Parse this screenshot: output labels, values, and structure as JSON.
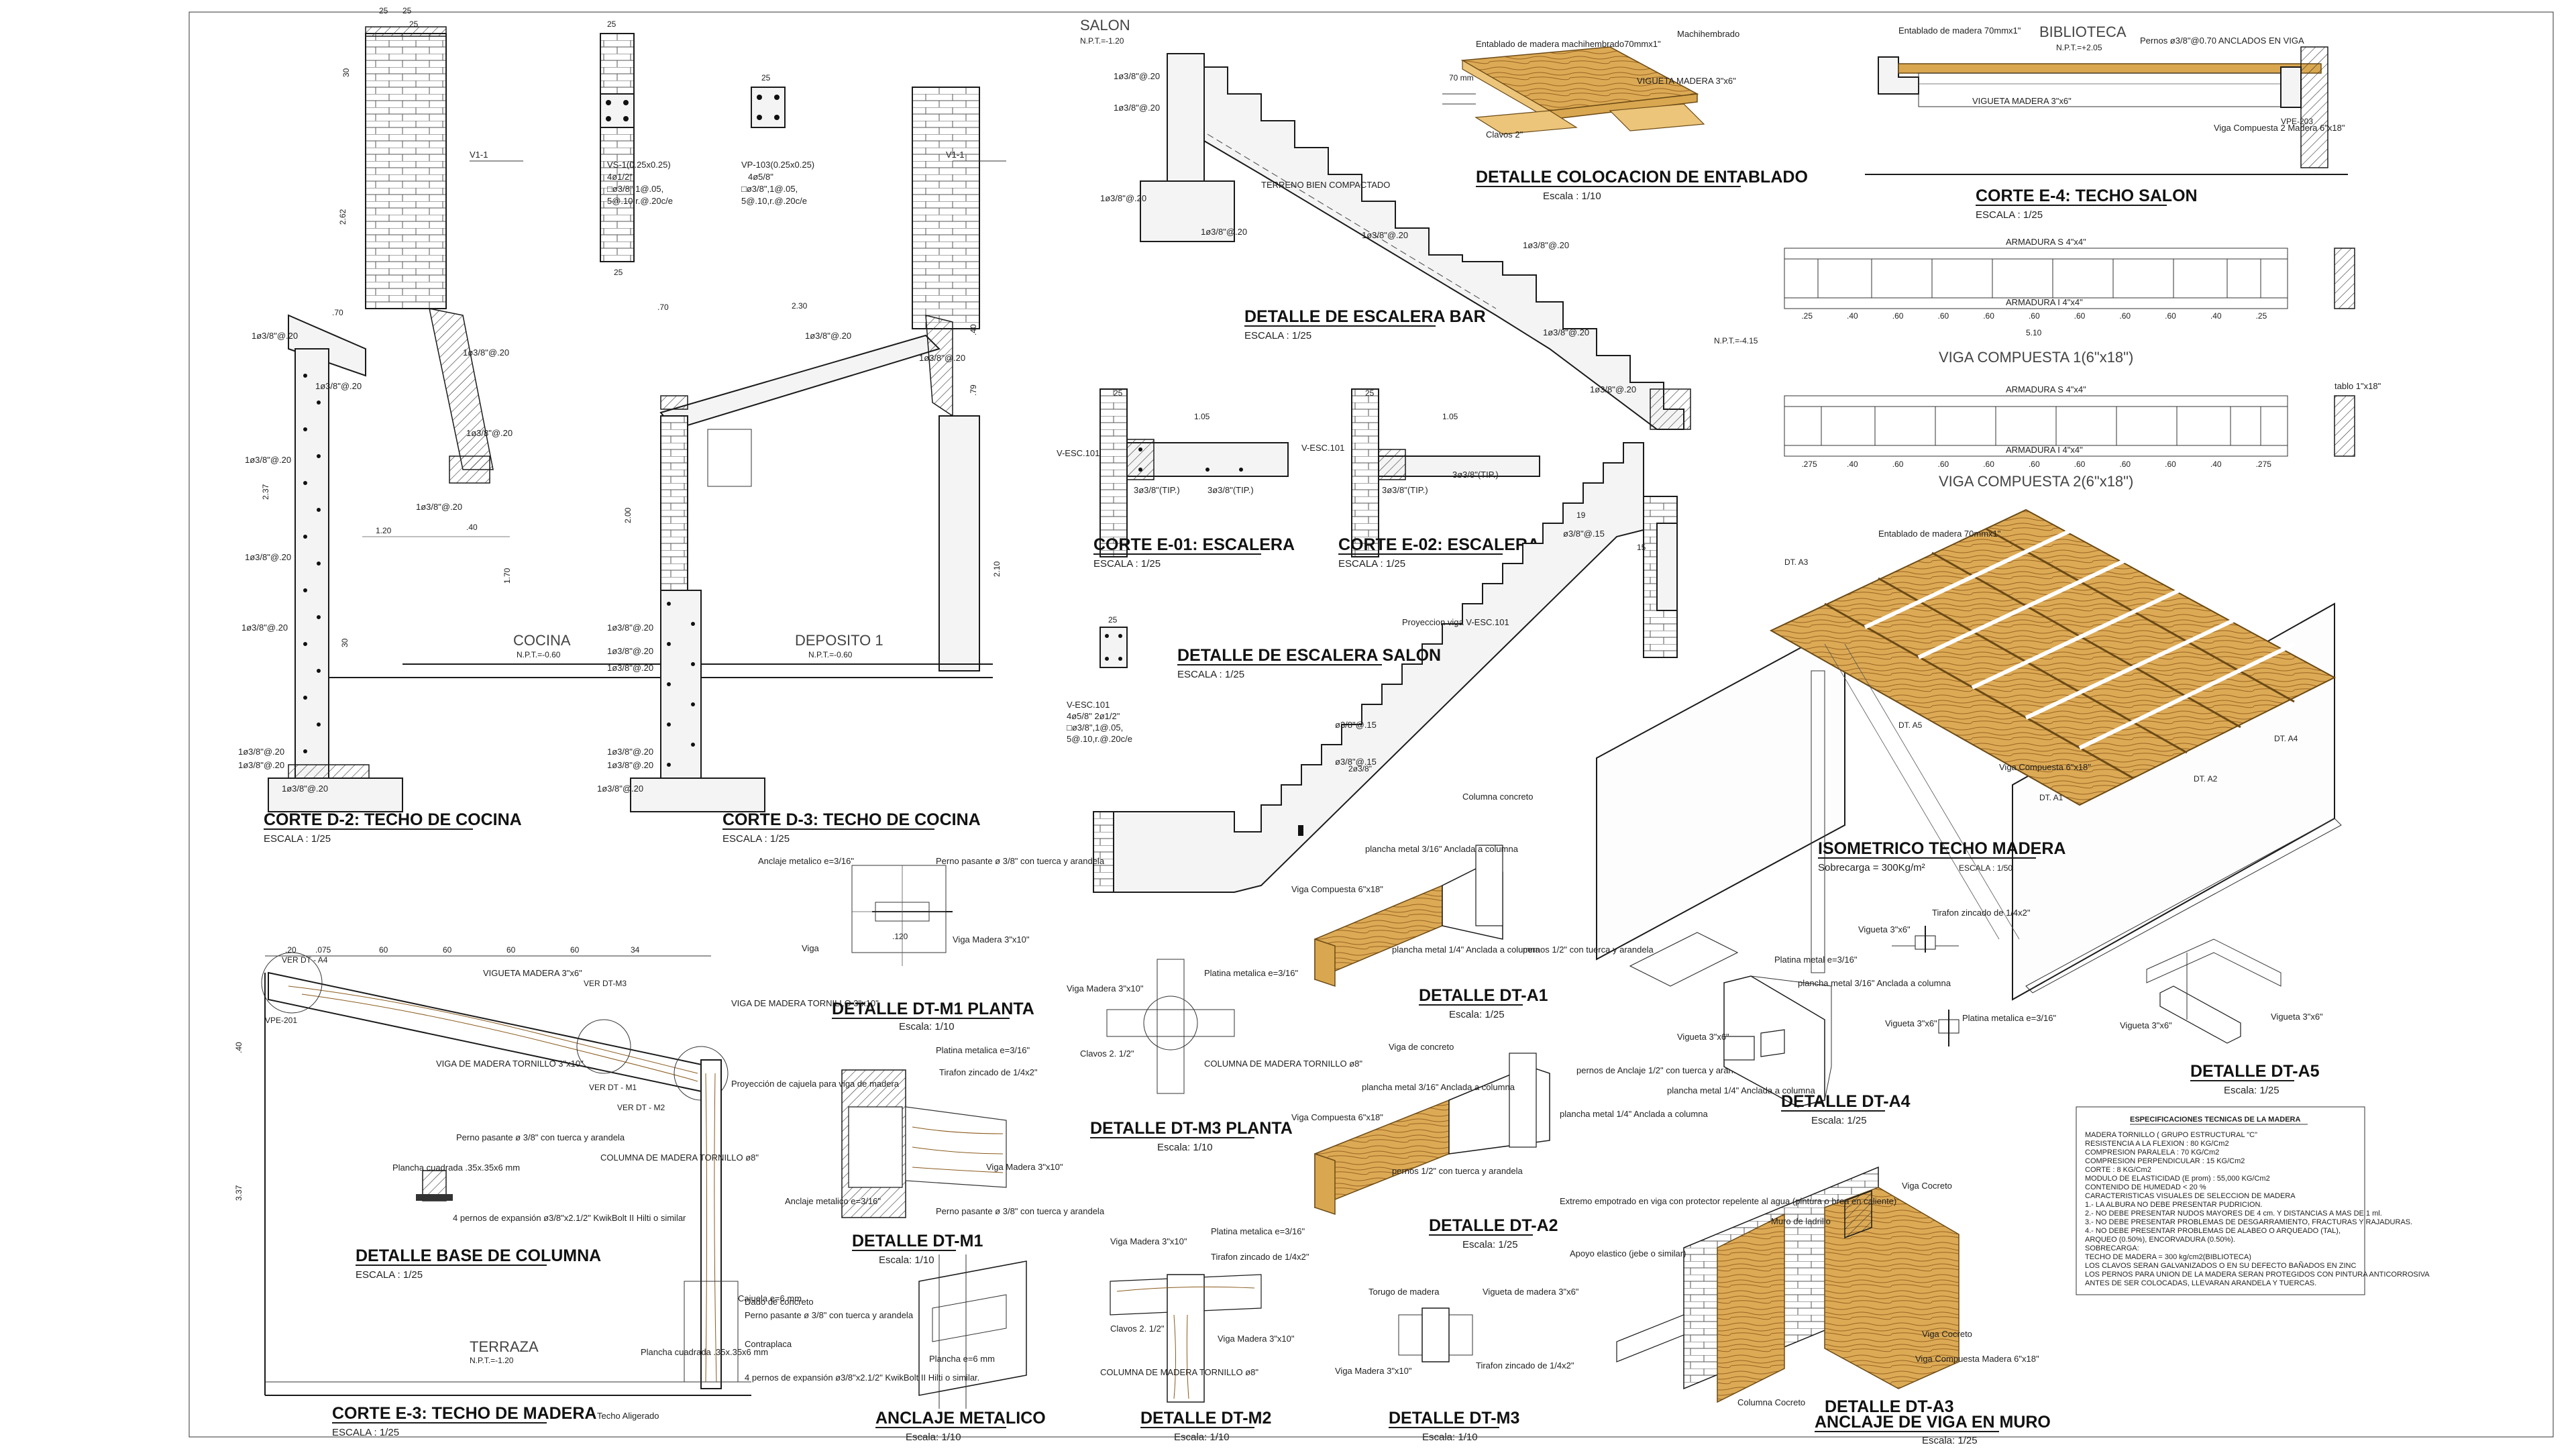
{
  "details": {
    "corte_d2": {
      "title": "CORTE D-2:  TECHO DE COCINA",
      "scale": "ESCALA : 1/25",
      "room": "COCINA",
      "level": "N.P.T.=-0.60",
      "note": "1ø3/8\"@.20"
    },
    "corte_d3": {
      "title": "CORTE D-3:  TECHO DE COCINA",
      "scale": "ESCALA : 1/25",
      "room": "DEPOSITO  1",
      "level": "N.P.T.=-0.60",
      "note": "1ø3/8\"@.20"
    },
    "vs1": {
      "label": "VS-1(0.25x0.25)",
      "spec1": "4ø1/2\"",
      "spec2": "□ø3/8\",1@.05,",
      "spec3": "5@.10,r.@.20c/e"
    },
    "vp103": {
      "label": "VP-103(0.25x0.25)",
      "spec1": "4ø5/8\"",
      "spec2": "□ø3/8\",1@.05,",
      "spec3": "5@.10,r.@.20c/e"
    },
    "escalera_bar": {
      "title": "DETALLE  DE  ESCALERA  BAR",
      "scale": "ESCALA : 1/25",
      "room": "SALON",
      "level_top": "N.P.T.=-1.20",
      "level_bottom": "N.P.T.=-4.15",
      "note": "1ø3/8\"@.20"
    },
    "entablado": {
      "title": "DETALLE  COLOCACION  DE  ENTABLADO",
      "scale": "Escala : 1/10",
      "label1": "Entablado de madera machihembrado70mmx1\"",
      "label2": "Machihembrado",
      "label3": "VIGUETA MADERA 3\"x6\"",
      "label4": "Clavos 2\"",
      "label5": "70 mm"
    },
    "corte_e4": {
      "title": "CORTE  E-4:  TECHO SALON",
      "scale": "ESCALA : 1/25",
      "room": "BIBLIOTECA",
      "level": "N.P.T.=+2.05",
      "label1": "Entablado de madera 70mmx1\"",
      "label2": "Pernos ø3/8\"@0.70 ANCLADOS EN VIGA",
      "label3": "VIGUETA MADERA 3\"x6\"",
      "label4": "Viga Compuesta 2 Madera 6\"x18\""
    },
    "viga1": {
      "title": "VIGA  COMPUESTA  1(6\"x18\")",
      "armadura_top": "ARMADURA S  4\"x4\"",
      "armadura_bot": "ARMADURA I  4\"x4\"",
      "span": "5.10",
      "dims": [
        ".25",
        ".40",
        ".60",
        ".60",
        ".60",
        ".60",
        ".60",
        ".60",
        ".60",
        ".40",
        ".25"
      ]
    },
    "viga2": {
      "title": "VIGA  COMPUESTA  2(6\"x18\")",
      "armadura_top": "ARMADURA S  4\"x4\"",
      "armadura_bot": "ARMADURA I  4\"x4\"",
      "tablo": "tablo 1\"x18\"",
      "dims": [
        ".275",
        ".40",
        ".60",
        ".60",
        ".60",
        ".60",
        ".60",
        ".60",
        ".60",
        ".40",
        ".275"
      ]
    },
    "corte_e01": {
      "title": "CORTE  E-01:  ESCALERA",
      "scale": "ESCALA : 1/25",
      "beam": "V-ESC.101",
      "bars": "3ø3/8\"(TIP.)"
    },
    "corte_e02": {
      "title": "CORTE  E-02:  ESCALERA",
      "scale": "ESCALA : 1/25",
      "beam": "V-ESC.101",
      "bars": "3ø3/8\"(TIP.)"
    },
    "escalera_salon": {
      "title": "DETALLE  DE  ESCALERA  SALON",
      "scale": "ESCALA : 1/25",
      "beam": "V-ESC.101",
      "spec1": "4ø5/8\" 2ø1/2\"",
      "spec2": "□ø3/8\",1@.05,",
      "spec3": "5@.10,r.@.20c/e",
      "note": "ø3/8\"@.15",
      "label": "Proyeccion viga V-ESC.101"
    },
    "isometrico": {
      "title": "ISOMETRICO TECHO MADERA",
      "subtitle": "Sobrecarga = 300Kg/m²",
      "scale": "ESCALA : 1/50",
      "label1": "Entablado de madera 70mmx1\"",
      "label2": "Viga Compuesta 6\"x18\"",
      "tags": [
        "DT. A3",
        "DT. A5",
        "DT. A1",
        "DT. A2",
        "DT. A4"
      ]
    },
    "corte_e3": {
      "title": "CORTE  E-3:  TECHO DE MADERA",
      "scale": "ESCALA : 1/25",
      "room": "TERRAZA",
      "level": "N.P.T.=-1.20",
      "label1": "VIGUETA MADERA 3\"x6\"",
      "label2": "VIGA DE MADERA TORNILLO 3\"x10\"",
      "label3": "COLUMNA DE MADERA TORNILLO ø8\"",
      "tags": [
        "VER DT - A4",
        "VER DT-M3",
        "VER DT - M1",
        "VER DT - M2",
        "VPE-201"
      ],
      "dims": [
        ".20",
        ".075",
        "60",
        "60",
        "60",
        "60",
        "34"
      ]
    },
    "base_columna": {
      "title": "DETALLE  BASE DE COLUMNA",
      "scale": "ESCALA : 1/25",
      "label1": "Perno pasante ø 3/8\" con tuerca y arandela",
      "label2": "Plancha cuadrada .35x.35x6 mm",
      "label3": "4 pernos de expansión ø3/8\"x2.1/2\" KwikBolt II Hilti o similar"
    },
    "anclaje": {
      "title": "ANCLAJE METALICO",
      "scale": "Escala: 1/10",
      "label1": "Dado de concreto",
      "label2": "Perno pasante ø 3/8\" con tuerca y arandela",
      "label3": "Contraplaca",
      "label4": "4 pernos de expansión ø3/8\"x2.1/2\" KwikBolt II Hilti o similar.",
      "label5": "Techo Aligerado",
      "label6": "Cajuela e=6 mm",
      "label7": "Plancha cuadrada .35x.35x6 mm",
      "label8": "Plancha e=6 mm"
    },
    "dt_m1_planta": {
      "title": "DETALLE  DT-M1 PLANTA",
      "scale": "Escala: 1/10",
      "label1": "Anclaje metalico e=3/16\"",
      "label2": "Perno pasante ø 3/8\" con tuerca y arandela",
      "label3": "Viga Madera 3\"x10\"",
      "label4": "Viga"
    },
    "dt_m1": {
      "title": "DETALLE  DT-M1",
      "scale": "Escala: 1/10",
      "label1": "Proyección de cajuela para viga de madera",
      "label2": "Platina metalica e=3/16\"",
      "label3": "Tirafon zincado de 1/4x2\"",
      "label4": "Viga Madera 3\"x10\"",
      "label5": "Anclaje metalico e=3/16\""
    },
    "dt_m3_planta": {
      "title": "DETALLE  DT-M3 PLANTA",
      "scale": "Escala: 1/10",
      "label1": "Viga Madera 3\"x10\"",
      "label2": "Platina metalica e=3/16\"",
      "label3": "Clavos 2. 1/2\"",
      "label4": "COLUMNA DE MADERA TORNILLO ø8\""
    },
    "dt_m2": {
      "title": "DETALLE  DT-M2",
      "scale": "Escala: 1/10",
      "label1": "Viga Madera 3\"x10\"",
      "label2": "Platina metalica e=3/16\"",
      "label3": "Tirafon zincado de 1/4x2\"",
      "label4": "Clavos 2. 1/2\"",
      "label5": "COLUMNA DE MADERA TORNILLO ø8\""
    },
    "dt_m3": {
      "title": "DETALLE  DT-M3",
      "scale": "Escala: 1/10",
      "label1": "Torugo de madera",
      "label2": "Vigueta de madera 3\"x6\"",
      "label3": "Viga Madera 3\"x10\"",
      "label4": "Tirafon zincado de 1/4x2\""
    },
    "dt_a1": {
      "title": "DETALLE  DT-A1",
      "scale": "Escala: 1/25",
      "label1": "plancha metal 3/16\" Anclada a columna",
      "label2": "Viga Compuesta 6\"x18\"",
      "label3": "Columna concreto",
      "label4": "plancha metal 1/4\" Anclada a columna",
      "label5": "pernos 1/2\" con tuerca y arandela"
    },
    "dt_a2": {
      "title": "DETALLE  DT-A2",
      "scale": "Escala: 1/25",
      "label1": "Viga de concreto",
      "label2": "plancha metal 3/16\" Anclada a columna",
      "label3": "pernos de Anclaje 1/2\" con tuerca y arandela",
      "label4": "Viga Compuesta 6\"x18\"",
      "label5": "plancha metal 1/4\" Anclada a columna",
      "label6": "pernos 1/2\" con tuerca y arandela"
    },
    "dt_a4": {
      "title": "DETALLE  DT-A4",
      "scale": "Escala: 1/25",
      "label1": "Platina metal e=3/16\"",
      "label2": "plancha metal 3/16\" Anclada a columna",
      "label3": "Vigueta 3\"x6\"",
      "label4": "plancha metal 1/4\" Anclada a columna"
    },
    "dt_a5": {
      "title": "DETALLE  DT-A5",
      "scale": "Escala: 1/25",
      "label1": "Tirafon zincado de 1/4x2\"",
      "label2": "Vigueta 3\"x6\"",
      "label3": "Platina metalica e=3/16\""
    },
    "dt_a3": {
      "title1": "DETALLE  DT-A3",
      "title2": "ANCLAJE  DE  VIGA EN MURO",
      "scale": "Escala: 1/25",
      "label1": "Muro de ladrillo",
      "label2": "Viga Cocreto",
      "label3": "Extremo empotrado en viga con protector repelente al agua (pintura o brea en caliente)",
      "label4": "Apoyo elastico (jebe o similar)",
      "label5": "Viga Compuesta Madera 6\"x18\"",
      "label6": "Columna Cocreto"
    }
  },
  "specs": {
    "title": "ESPECIFICACIONES  TECNICAS  DE  LA  MADERA",
    "lines": [
      "MADERA TORNILLO  ( GRUPO ESTRUCTURAL \"C\"",
      "RESISTENCIA A LA FLEXION  :     80  KG/Cm2",
      "COMPRESION PARALELA          :     70  KG/Cm2",
      "COMPRESION PERPENDICULAR   :     15  KG/Cm2",
      "CORTE                               :       8  KG/Cm2",
      "MODULO DE ELASTICIDAD (E prom)  : 55,000 KG/Cm2",
      "CONTENIDO DE HUMEDAD    <  20  %",
      "CARACTERISTICAS VISUALES DE SELECCION DE MADERA",
      "1.- LA ALBURA NO DEBE PRESENTAR PUDRICION.",
      "2.- NO DEBE PRESENTAR NUDOS MAYORES DE 4 cm. Y DISTANCIAS A MAS DE 1 ml.",
      "3.- NO DEBE PRESENTAR PROBLEMAS DE DESGARRAMIENTO, FRACTURAS Y RAJADURAS.",
      "4.- NO DEBE PRESENTAR PROBLEMAS DE ALABEO O ARQUEADO (TAL),",
      "     ARQUEO (0.50%), ENCORVADURA (0.50%).",
      "SOBRECARGA:",
      "TECHO DE MADERA = 300 kg/cm2(BIBLIOTECA)",
      "LOS CLAVOS SERAN GALVANIZADOS O EN SU DEFECTO BAÑADOS EN ZINC",
      "LOS PERNOS PARA UNION DE LA MADERA SERAN PROTEGIDOS CON PINTURA ANTICORROSIVA",
      "ANTES DE SER COLOCADAS, LLEVARAN ARANDELA Y TUERCAS."
    ]
  },
  "colors": {
    "wood": "#d9a74f",
    "wood_light": "#ecc57a",
    "line": "#1a1a1a"
  }
}
